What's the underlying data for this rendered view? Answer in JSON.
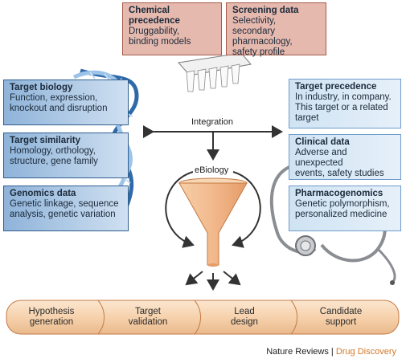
{
  "top_boxes": [
    {
      "title": "Chemical\nprecedence",
      "text": "Druggability,\nbinding models"
    },
    {
      "title": "Screening data",
      "text": "Selectivity, secondary\npharmacology,\nsafety profile"
    }
  ],
  "left_boxes": [
    {
      "title": "Target biology",
      "text": "Function, expression,\nknockout and disruption"
    },
    {
      "title": "Target similarity",
      "text": "Homology, orthology,\nstructure, gene family"
    },
    {
      "title": "Genomics data",
      "text": "Genetic linkage, sequence\nanalysis, genetic variation"
    }
  ],
  "right_boxes": [
    {
      "title": "Target precedence",
      "text": "In industry, in company.\nThis target or a related\ntarget"
    },
    {
      "title": "Clinical data",
      "text": "Adverse and unexpected\nevents, safety studies"
    },
    {
      "title": "Pharmacogenomics",
      "text": "Genetic polymorphism,\npersonalized medicine"
    }
  ],
  "labels": {
    "integration": "Integration",
    "ebiology": "eBiology"
  },
  "pipeline": [
    "Hypothesis\ngeneration",
    "Target\nvalidation",
    "Lead\ndesign",
    "Candidate\nsupport"
  ],
  "credit": {
    "journal": "Nature Reviews",
    "separator": " | ",
    "section": "Drug Discovery"
  },
  "colors": {
    "funnel": "#f2b98c",
    "pipeline": "#f6d2ad",
    "left_box": "#a9c6e6",
    "right_box": "#d6e7f5",
    "top_box": "#e6b9ae",
    "credit_accent": "#d2782a"
  },
  "icons": [
    "dna-helix-icon",
    "stethoscope-icon",
    "well-plate-icon",
    "funnel-icon"
  ]
}
